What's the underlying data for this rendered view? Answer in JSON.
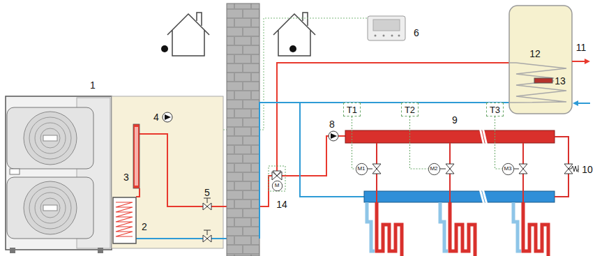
{
  "diagram": {
    "nodes": [
      {
        "text": [
          "T1"
        ]
      },
      {
        "text": [
          "T2"
        ]
      },
      {
        "text": [
          "T3"
        ]
      },
      {
        "text": [
          "M1"
        ]
      },
      {
        "text": [
          "M2"
        ]
      },
      {
        "text": [
          "M3"
        ]
      },
      {
        "text": [
          "M"
        ]
      }
    ],
    "edges": [
      {
        "from": 0,
        "to": 3,
        "arrow": "none"
      },
      {
        "from": 1,
        "to": 4,
        "arrow": "none"
      },
      {
        "from": 2,
        "to": 5,
        "arrow": "none"
      }
    ],
    "labels": [
      "1",
      "2",
      "3",
      "4",
      "5",
      "6",
      "8",
      "9",
      "10",
      "11",
      "12",
      "13",
      "14"
    ]
  }
}
